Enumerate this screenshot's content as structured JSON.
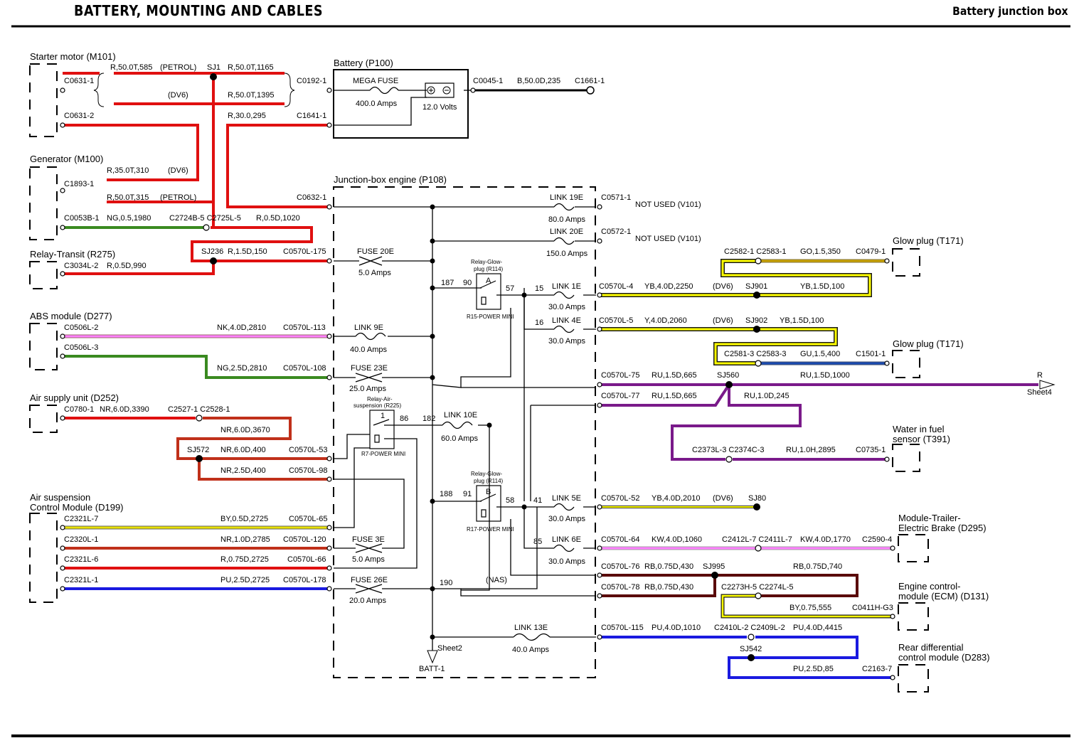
{
  "header": {
    "title": "BATTERY, MOUNTING AND CABLES",
    "subtitle": "Battery junction box"
  },
  "colors": {
    "red": "#e01010",
    "nr_brown_red": "#c0301a",
    "green": "#3a8a20",
    "pink": "#ff80ff",
    "yellow": "#ffff00",
    "yellow_border": "#1a1a1a",
    "purple": "#7a1a8a",
    "blue": "#1a1ae0",
    "dark_brown": "#5a0a0a",
    "gold": "#c8a000",
    "black": "#000000"
  },
  "components": {
    "starter": "Starter motor (M101)",
    "generator": "Generator (M100)",
    "relay_transit": "Relay-Transit (R275)",
    "abs": "ABS module (D277)",
    "air_supply": "Air supply unit (D252)",
    "air_susp_1": "Air suspension",
    "air_susp_2": "Control Module (D199)",
    "battery": "Battery (P100)",
    "jbox": "Junction-box engine (P108)",
    "glow1": "Glow plug (T171)",
    "glow2": "Glow plug (T171)",
    "water_1": "Water in fuel",
    "water_2": "sensor (T391)",
    "trailer_1": "Module-Trailer-",
    "trailer_2": "Electric Brake (D295)",
    "ecm_1": "Engine control-",
    "ecm_2": "module (ECM) (D131)",
    "rear_1": "Rear differential",
    "rear_2": "control module (D283)"
  },
  "connectors": {
    "c0631_1": "C0631-1",
    "c0631_2": "C0631-2",
    "c0192_1": "C0192-1",
    "c1641_1": "C1641-1",
    "c1893_1": "C1893-1",
    "c0632_1": "C0632-1",
    "c0053b_1": "C0053B-1",
    "c2724b": "C2724B-5 C2725L-5",
    "c3034l_2": "C3034L-2",
    "c0570l_175": "C0570L-175",
    "c0506l_2": "C0506L-2",
    "c0506l_3": "C0506L-3",
    "c0570l_113": "C0570L-113",
    "c0570l_108": "C0570L-108",
    "c0780_1": "C0780-1",
    "c2527": "C2527-1 C2528-1",
    "c0570l_53": "C0570L-53",
    "c0570l_98": "C0570L-98",
    "c2321l_7": "C2321L-7",
    "c0570l_65": "C0570L-65",
    "c2320l_1": "C2320L-1",
    "c0570l_120": "C0570L-120",
    "c2321l_6": "C2321L-6",
    "c0570l_66": "C0570L-66",
    "c2321l_1": "C2321L-1",
    "c0570l_178": "C0570L-178",
    "c0045_1": "C0045-1",
    "c1661_1": "C1661-1",
    "c0571_1": "C0571-1",
    "c0572_1": "C0572-1",
    "c2582": "C2582-1 C2583-1",
    "c0479_1": "C0479-1",
    "c0570l_4": "C0570L-4",
    "c0570l_5": "C0570L-5",
    "c2581": "C2581-3 C2583-3",
    "c1501_1": "C1501-1",
    "c0570l_75": "C0570L-75",
    "c0570l_77": "C0570L-77",
    "c2373": "C2373L-3 C2374C-3",
    "c0735_1": "C0735-1",
    "c0570l_52": "C0570L-52",
    "c0570l_64": "C0570L-64",
    "c2412": "C2412L-7 C2411L-7",
    "c2590_4": "C2590-4",
    "c0570l_76": "C0570L-76",
    "c0570l_78": "C0570L-78",
    "c2273": "C2273H-5 C2274L-5",
    "c0411h": "C0411H-G3",
    "c0570l_115": "C0570L-115",
    "c2410": "C2410L-2 C2409L-2",
    "c2163_7": "C2163-7"
  },
  "splices": {
    "sj1": "SJ1",
    "sj236": "SJ236",
    "sj572": "SJ572",
    "sj901": "SJ901",
    "sj902": "SJ902",
    "sj560": "SJ560",
    "sj80": "SJ80",
    "sj995": "SJ995",
    "sj542": "SJ542"
  },
  "wires": {
    "w_r585": "R,50.0T,585",
    "w_petrol1": "(PETROL)",
    "w_r1165": "R,50.0T,1165",
    "w_dv6_1": "(DV6)",
    "w_r1395": "R,50.0T,1395",
    "w_r295": "R,30.0,295",
    "w_r310": "R,35.0T,310",
    "w_dv6_2": "(DV6)",
    "w_r315": "R,50.0T,315",
    "w_petrol2": "(PETROL)",
    "w_ng1980": "NG,0.5,1980",
    "w_r1020": "R,0.5D,1020",
    "w_r990": "R,0.5D,990",
    "w_r150": "R,1.5D,150",
    "w_nk2810": "NK,4.0D,2810",
    "w_ng2810": "NG,2.5D,2810",
    "w_nr3390": "NR,6.0D,3390",
    "w_nr3670": "NR,6.0D,3670",
    "w_nr400a": "NR,6.0D,400",
    "w_nr400b": "NR,2.5D,400",
    "w_by2725": "BY,0.5D,2725",
    "w_nr2785": "NR,1.0D,2785",
    "w_r2725": "R,0.75D,2725",
    "w_pu2725": "PU,2.5D,2725",
    "w_b235": "B,50.0D,235",
    "w_go350": "GO,1.5,350",
    "w_yb2250": "YB,4.0D,2250",
    "w_dv6_3": "(DV6)",
    "w_yb100a": "YB,1.5D,100",
    "w_y2060": "Y,4.0D,2060",
    "w_dv6_4": "(DV6)",
    "w_yb100b": "YB,1.5D,100",
    "w_gu400": "GU,1.5,400",
    "w_ru1000": "RU,1.5D,1000",
    "w_ru665a": "RU,1.5D,665",
    "w_ru665b": "RU,1.5D,665",
    "w_ru245": "RU,1.0D,245",
    "w_ru2895": "RU,1.0H,2895",
    "w_yb2010": "YB,4.0D,2010",
    "w_dv6_5": "(DV6)",
    "w_kw1060": "KW,4.0D,1060",
    "w_kw1770": "KW,4.0D,1770",
    "w_rb430a": "RB,0.75D,430",
    "w_rb740": "RB,0.75D,740",
    "w_rb430b": "RB,0.75D,430",
    "w_by555": "BY,0.75,555",
    "w_pu1010": "PU,4.0D,1010",
    "w_pu4415": "PU,4.0D,4415",
    "w_pu85": "PU,2.5D,85",
    "w_nas": "(NAS)"
  },
  "fuses": {
    "mega": "MEGA FUSE",
    "mega_a": "400.0 Amps",
    "volts": "12.0 Volts",
    "f20e": "FUSE 20E",
    "f20e_a": "5.0 Amps",
    "l9e": "LINK 9E",
    "l9e_a": "40.0 Amps",
    "f23e": "FUSE 23E",
    "f23e_a": "25.0 Amps",
    "l10e": "LINK 10E",
    "l10e_a": "60.0 Amps",
    "f3e": "FUSE 3E",
    "f3e_a": "5.0 Amps",
    "f26e": "FUSE 26E",
    "f26e_a": "20.0 Amps",
    "l13e": "LINK 13E",
    "l13e_a": "40.0 Amps",
    "l19e": "LINK 19E",
    "l19e_a": "80.0 Amps",
    "l20e": "LINK 20E",
    "l20e_a": "150.0 Amps",
    "l1e": "LINK 1E",
    "l1e_a": "30.0 Amps",
    "l4e": "LINK 4E",
    "l4e_a": "30.0 Amps",
    "l5e": "LINK 5E",
    "l5e_a": "30.0 Amps",
    "l6e": "LINK 6E",
    "l6e_a": "30.0 Amps"
  },
  "relays": {
    "glow_a_1": "Relay-Glow-",
    "glow_a_2": "plug (R114)",
    "glow_a_letter": "A",
    "glow_a_type": "R15-POWER MINI",
    "air_1": "Relay-Air-",
    "air_2": "suspension (R225)",
    "air_type": "R7-POWER MINI",
    "glow_b_1": "Relay-Glow-",
    "glow_b_2": "plug (R114)",
    "glow_b_letter": "B",
    "glow_b_type": "R17-POWER MINI"
  },
  "pins": {
    "p187": "187",
    "p90": "90",
    "p57": "57",
    "p15": "15",
    "p16": "16",
    "p1": "1",
    "p86": "86",
    "p182": "182",
    "p188": "188",
    "p91": "91",
    "p58": "58",
    "p41": "41",
    "p85": "85",
    "p190": "190"
  },
  "notes": {
    "not_used_1": "NOT USED (V101)",
    "not_used_2": "NOT USED (V101)",
    "sheet2": "Sheet2",
    "batt1": "BATT-1",
    "r": "R",
    "sheet4": "Sheet4"
  }
}
